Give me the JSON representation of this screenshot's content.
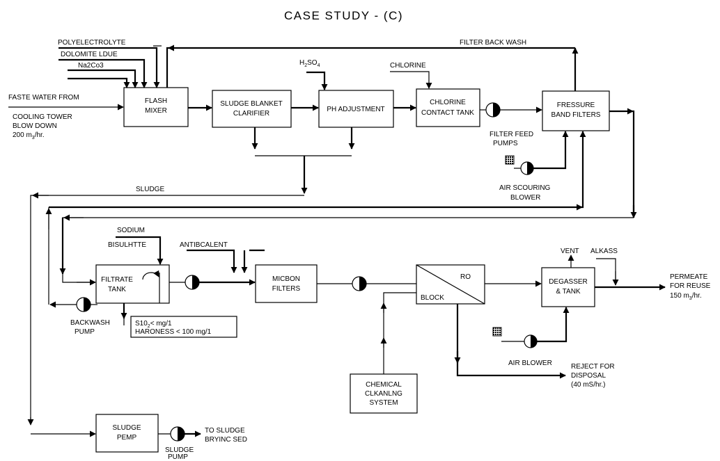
{
  "title": "CASE STUDY - (C)",
  "inputs": {
    "poly": "POLYELECTROLYTE",
    "dolo": "DOLOMITE LDUE",
    "na2co3": "Na2Co3",
    "feed1": "FASTE WATER FROM",
    "feed2": "COOLING TOWER",
    "feed3": "BLOW DOWN",
    "feed4": "200 m",
    "feed4sub": "3",
    "feed4end": "/hr.",
    "h2so4a": "H",
    "h2so4b": "2",
    "h2so4c": "SO",
    "h2so4d": "4",
    "chlorine": "CHLORINE",
    "sodium": "SODIUM",
    "bisul": "BISULHTTE",
    "antib": "ANTIBCALENT",
    "alkass": "ALKASS",
    "vent": "VENT"
  },
  "flow_labels": {
    "backwash": "FILTER BACK WASH",
    "sludge": "SLUDGE",
    "ffp1": "FILTER FEED",
    "ffp2": "PUMPS",
    "asb1": "AIR SCOURING",
    "asb2": "BLOWER",
    "bwp1": "BACKWASH",
    "bwp2": "PUMP",
    "airblower": "AIR BLOWER",
    "rej1": "REJECT FOR",
    "rej2": "DISPOSAL",
    "rej3": "(40 mS/hr.)",
    "perm1": "PERMEATE",
    "perm2": "FOR REUSE",
    "perm3": "150 m",
    "perm3sub": "3",
    "perm3end": "/hr.",
    "spump1": "SLUDGE",
    "spump2": "PUMP",
    "tosl1": "TO SLUDGE",
    "tosl2": "BRYINC SED"
  },
  "units": {
    "flash1": "FLASH",
    "flash2": "MIXER",
    "sbc1": "SLUDGE BLANKET",
    "sbc2": "CLARIFIER",
    "ph": "PH ADJUSTMENT",
    "cct1": "CHLORINE",
    "cct2": "CONTACT TANK",
    "pbf1": "FRESSURE",
    "pbf2": "BAND FILTERS",
    "ft1": "FILTRATE",
    "ft2": "TANK",
    "mf1": "MICBON",
    "mf2": "FILTERS",
    "ro": "RO",
    "block": "BLOCK",
    "deg1": "DEGASSER",
    "deg2": "& TANK",
    "chem1": "CHEMICAL",
    "chem2": "CLKANLNG",
    "chem3": "SYSTEM",
    "sp1": "SLUDGE",
    "sp2": "PEMP",
    "spec1": "S10",
    "spec1sub": "2",
    "spec1end": "< mg/1",
    "spec2": "HARONESS < 100 mg/1"
  }
}
